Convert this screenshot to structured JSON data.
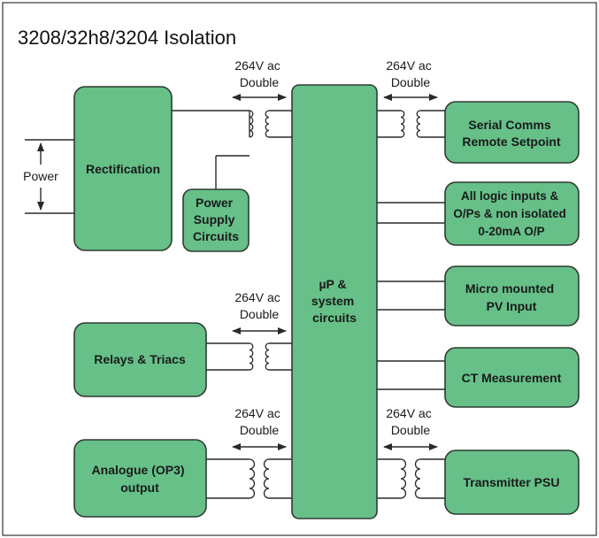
{
  "title": "3208/32h8/3204 Isolation",
  "colors": {
    "block_fill": "#66c088",
    "block_stroke": "#2f3a33",
    "wire": "#2a2a2a"
  },
  "power_label": "Power",
  "blocks": {
    "rectification": [
      "Rectification"
    ],
    "power_supply": [
      "Power",
      "Supply",
      "Circuits"
    ],
    "micro": [
      "µP &",
      "system",
      "circuits"
    ],
    "relays": [
      "Relays & Triacs"
    ],
    "analogue": [
      "Analogue (OP3)",
      "output"
    ],
    "serial": [
      "Serial Comms",
      "Remote Setpoint"
    ],
    "logic": [
      "All logic inputs &",
      "O/Ps & non isolated",
      "0-20mA O/P"
    ],
    "pv_input": [
      "Micro mounted",
      "PV Input"
    ],
    "ct": [
      "CT Measurement"
    ],
    "transmitter": [
      "Transmitter PSU"
    ]
  },
  "isolation_labels": {
    "top_left": [
      "264V ac",
      "Double"
    ],
    "top_right": [
      "264V ac",
      "Double"
    ],
    "relays": [
      "264V ac",
      "Double"
    ],
    "analogue": [
      "264V ac",
      "Double"
    ],
    "transmitter": [
      "264V ac",
      "Double"
    ]
  }
}
